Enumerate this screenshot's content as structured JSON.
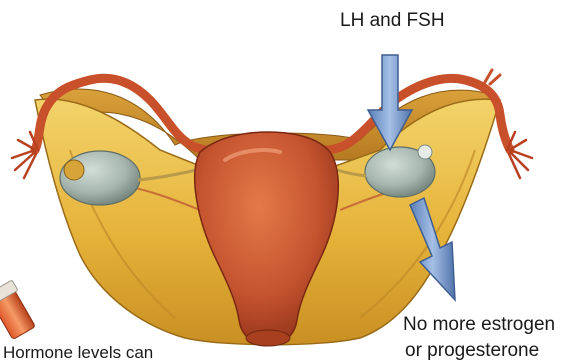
{
  "labels": {
    "top_input": "LH and FSH",
    "output_line1": "No more estrogen",
    "output_line2": "or progesterone",
    "left_partial": "Hormone levels can"
  },
  "colors": {
    "uterus": "#c4532f",
    "broad_ligament": "#e8b93a",
    "fallopian_tube": "#c8502a",
    "ovary": "#a6b6ae",
    "arrow": "#7f9fd0"
  },
  "icons": {
    "vial": "pill-vial-icon"
  }
}
